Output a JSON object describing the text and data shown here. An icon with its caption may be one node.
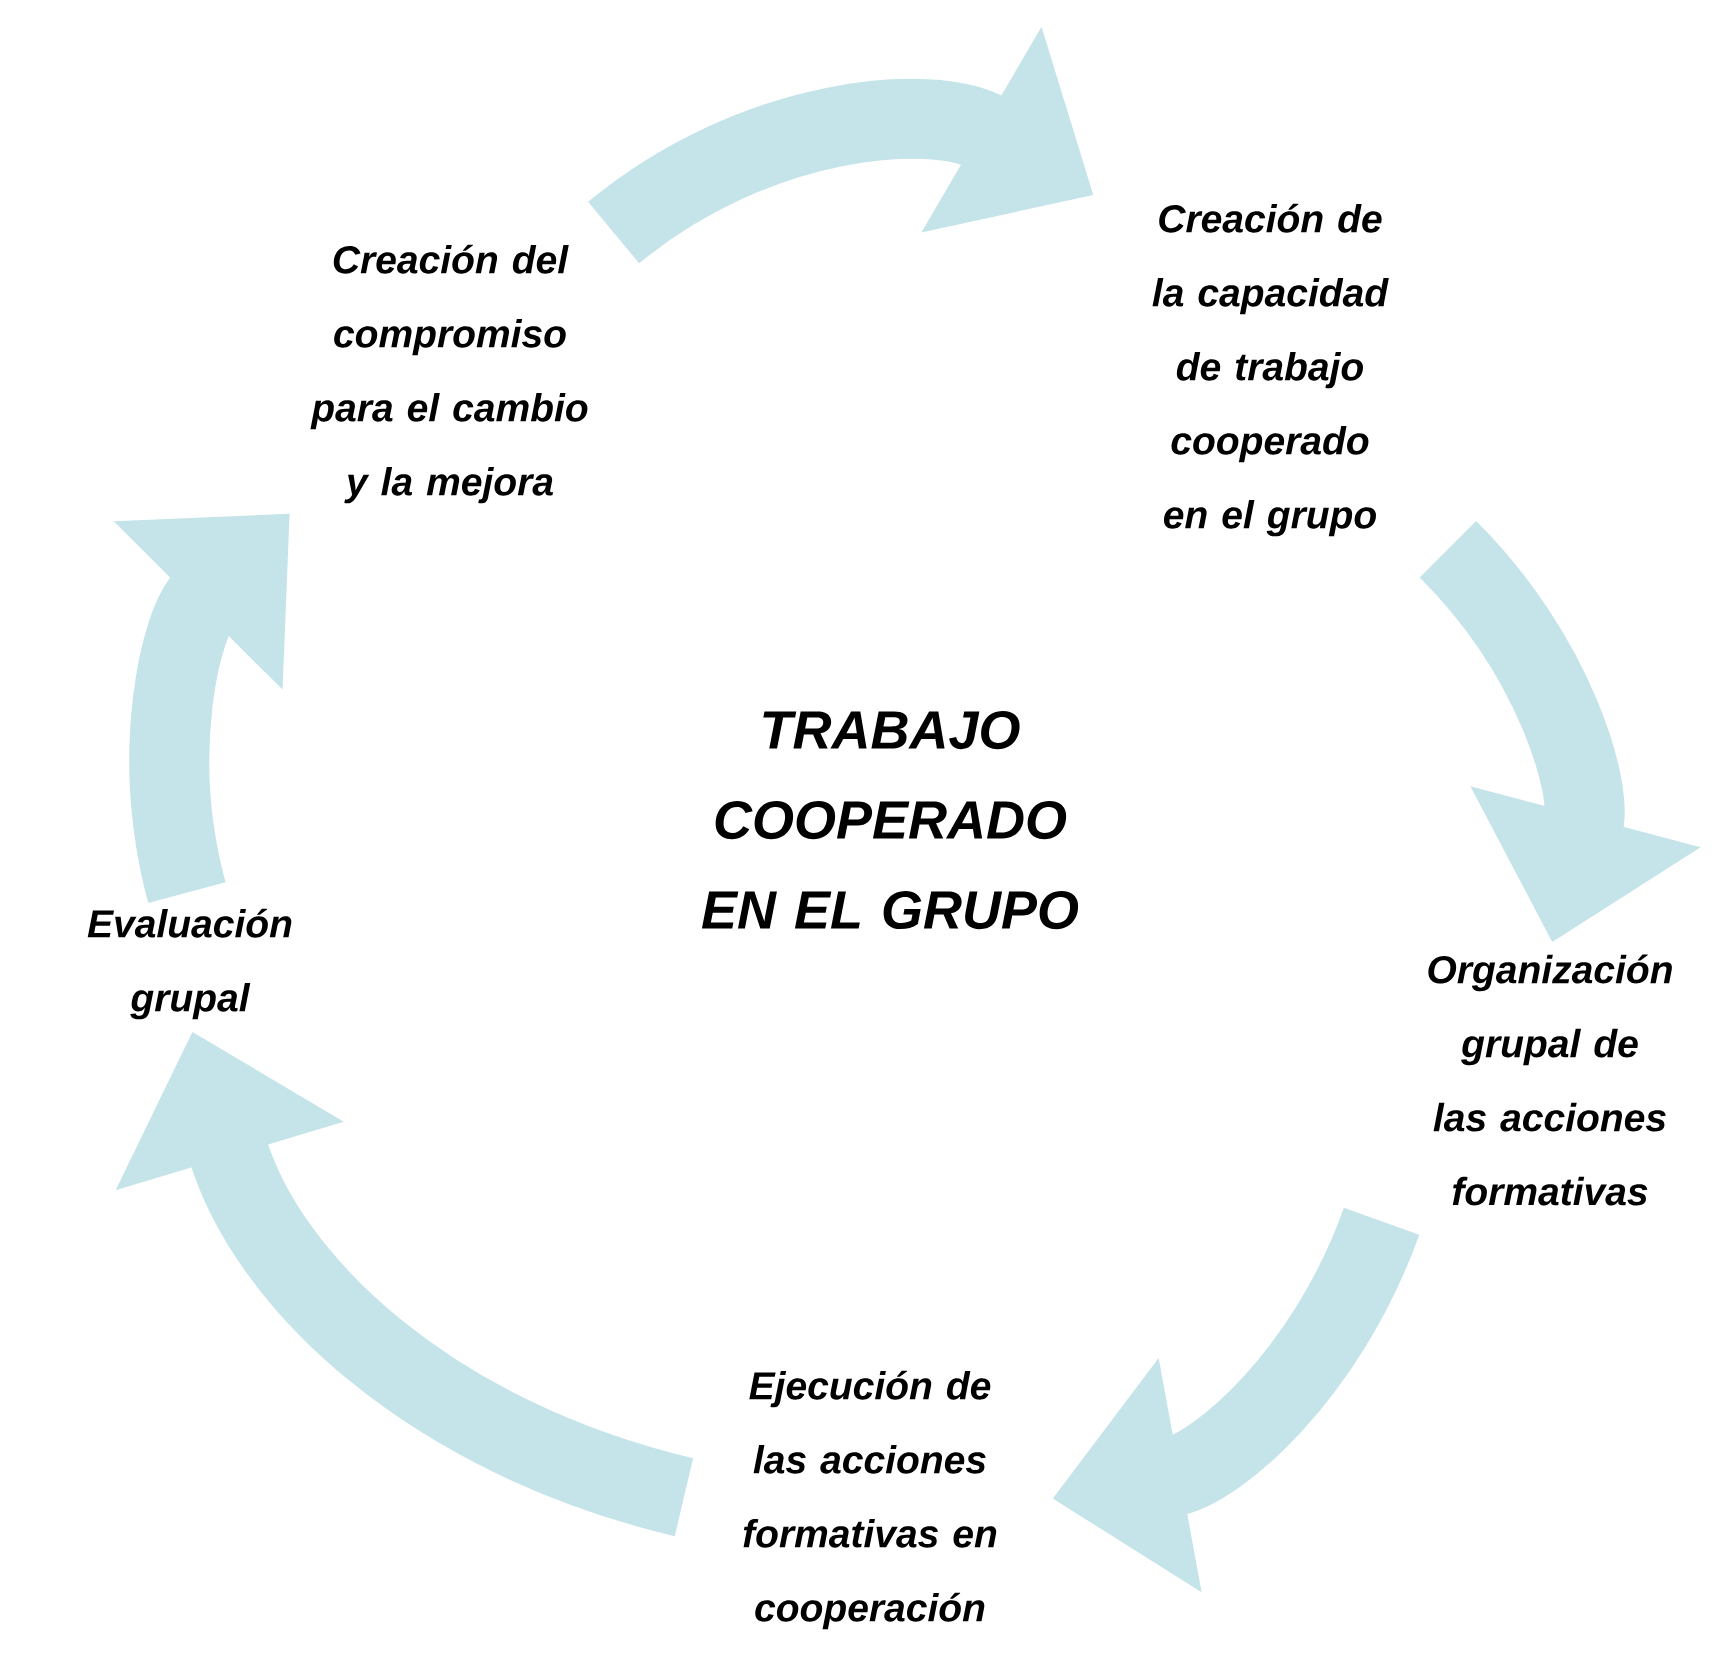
{
  "diagram": {
    "title": "TRABAJO COOPERADO EN EL GRUPO",
    "nodes": [
      {
        "text": [
          "Creación del compromiso para el cambio y la mejora"
        ]
      },
      {
        "text": [
          "Creación de la capacidad de trabajo cooperado en el grupo"
        ]
      },
      {
        "text": [
          "Organización grupal de las acciones formativas"
        ]
      },
      {
        "text": [
          "Ejecución de las acciones formativas en cooperación"
        ]
      },
      {
        "text": [
          "Evaluación grupal"
        ]
      }
    ],
    "edges": [
      {
        "from": 0,
        "to": 1,
        "arrow": "to"
      },
      {
        "from": 1,
        "to": 2,
        "arrow": "to"
      },
      {
        "from": 2,
        "to": 3,
        "arrow": "to"
      },
      {
        "from": 3,
        "to": 4,
        "arrow": "to"
      },
      {
        "from": 4,
        "to": 0,
        "arrow": "to"
      }
    ]
  }
}
